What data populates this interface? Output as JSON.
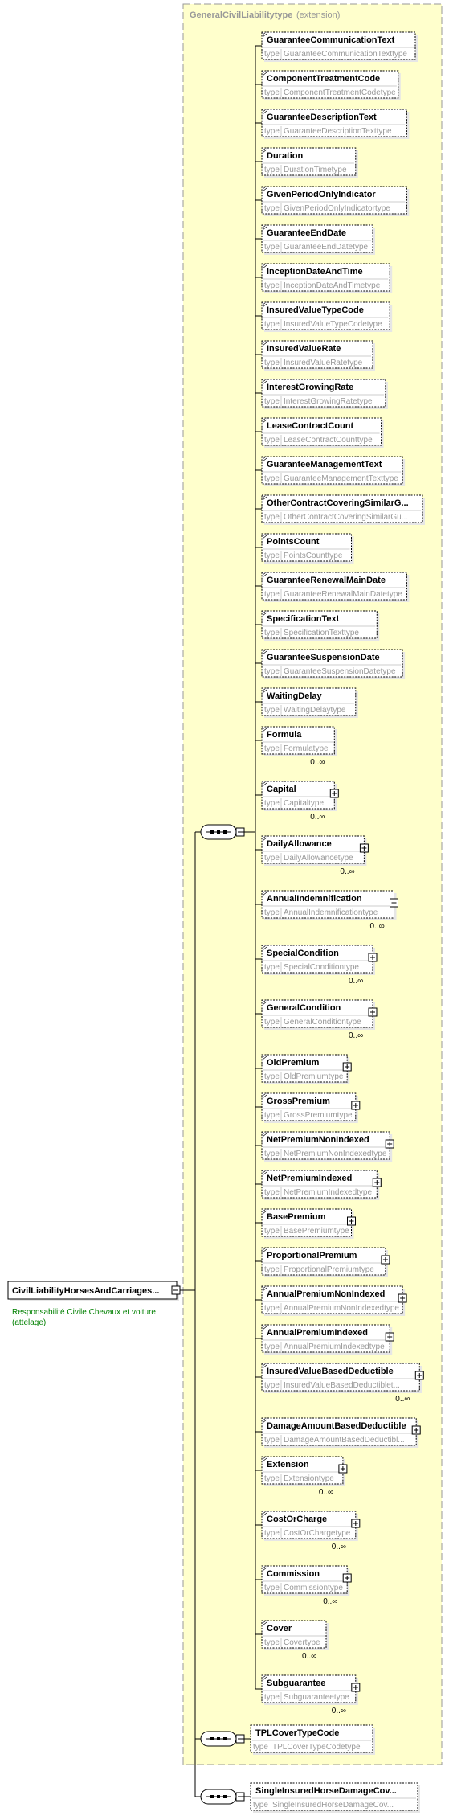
{
  "group": {
    "title": "GeneralCivilLiabilitytype",
    "note": "(extension)"
  },
  "root": {
    "name": "CivilLiabilityHorsesAndCarriages...",
    "doc_line1": "Responsabilité Civile Chevaux et voiture",
    "doc_line2": "(attelage)"
  },
  "type_label": "type",
  "elements": [
    {
      "name": "GuaranteeCommunicationText",
      "type": "GuaranteeCommunicationTexttype",
      "optional": false,
      "expandable": false,
      "occurs": ""
    },
    {
      "name": "ComponentTreatmentCode",
      "type": "ComponentTreatmentCodetype",
      "optional": false,
      "expandable": false,
      "occurs": ""
    },
    {
      "name": "GuaranteeDescriptionText",
      "type": "GuaranteeDescriptionTexttype",
      "optional": false,
      "expandable": false,
      "occurs": ""
    },
    {
      "name": "Duration",
      "type": "DurationTimetype",
      "optional": false,
      "expandable": false,
      "occurs": ""
    },
    {
      "name": "GivenPeriodOnlyIndicator",
      "type": "GivenPeriodOnlyIndicatortype",
      "optional": false,
      "expandable": false,
      "occurs": ""
    },
    {
      "name": "GuaranteeEndDate",
      "type": "GuaranteeEndDatetype",
      "optional": false,
      "expandable": false,
      "occurs": ""
    },
    {
      "name": "InceptionDateAndTime",
      "type": "InceptionDateAndTimetype",
      "optional": false,
      "expandable": false,
      "occurs": ""
    },
    {
      "name": "InsuredValueTypeCode",
      "type": "InsuredValueTypeCodetype",
      "optional": false,
      "expandable": false,
      "occurs": ""
    },
    {
      "name": "InsuredValueRate",
      "type": "InsuredValueRatetype",
      "optional": false,
      "expandable": false,
      "occurs": ""
    },
    {
      "name": "InterestGrowingRate",
      "type": "InterestGrowingRatetype",
      "optional": false,
      "expandable": false,
      "occurs": ""
    },
    {
      "name": "LeaseContractCount",
      "type": "LeaseContractCounttype",
      "optional": false,
      "expandable": false,
      "occurs": ""
    },
    {
      "name": "GuaranteeManagementText",
      "type": "GuaranteeManagementTexttype",
      "optional": false,
      "expandable": false,
      "occurs": ""
    },
    {
      "name": "OtherContractCoveringSimilarG...",
      "type": "OtherContractCoveringSimilarGu...",
      "optional": false,
      "expandable": false,
      "occurs": ""
    },
    {
      "name": "PointsCount",
      "type": "PointsCounttype",
      "optional": false,
      "expandable": false,
      "occurs": ""
    },
    {
      "name": "GuaranteeRenewalMainDate",
      "type": "GuaranteeRenewalMainDatetype",
      "optional": false,
      "expandable": false,
      "occurs": ""
    },
    {
      "name": "SpecificationText",
      "type": "SpecificationTexttype",
      "optional": false,
      "expandable": false,
      "occurs": ""
    },
    {
      "name": "GuaranteeSuspensionDate",
      "type": "GuaranteeSuspensionDatetype",
      "optional": false,
      "expandable": false,
      "occurs": ""
    },
    {
      "name": "WaitingDelay",
      "type": "WaitingDelaytype",
      "optional": false,
      "expandable": false,
      "occurs": ""
    },
    {
      "name": "Formula",
      "type": "Formulatype",
      "optional": false,
      "expandable": false,
      "occurs": "0..∞"
    },
    {
      "name": "Capital",
      "type": "Capitaltype",
      "optional": false,
      "expandable": true,
      "occurs": "0..∞"
    },
    {
      "name": "DailyAllowance",
      "type": "DailyAllowancetype",
      "optional": false,
      "expandable": true,
      "occurs": "0..∞"
    },
    {
      "name": "AnnualIndemnification",
      "type": "AnnualIndemnificationtype",
      "optional": false,
      "expandable": true,
      "occurs": "0..∞"
    },
    {
      "name": "SpecialCondition",
      "type": "SpecialConditiontype",
      "optional": false,
      "expandable": true,
      "occurs": "0..∞"
    },
    {
      "name": "GeneralCondition",
      "type": "GeneralConditiontype",
      "optional": false,
      "expandable": true,
      "occurs": "0..∞"
    },
    {
      "name": "OldPremium",
      "type": "OldPremiumtype",
      "optional": false,
      "expandable": true,
      "occurs": ""
    },
    {
      "name": "GrossPremium",
      "type": "GrossPremiumtype",
      "optional": false,
      "expandable": true,
      "occurs": ""
    },
    {
      "name": "NetPremiumNonIndexed",
      "type": "NetPremiumNonIndexedtype",
      "optional": false,
      "expandable": true,
      "occurs": ""
    },
    {
      "name": "NetPremiumIndexed",
      "type": "NetPremiumIndexedtype",
      "optional": false,
      "expandable": true,
      "occurs": ""
    },
    {
      "name": "BasePremium",
      "type": "BasePremiumtype",
      "optional": false,
      "expandable": true,
      "occurs": ""
    },
    {
      "name": "ProportionalPremium",
      "type": "ProportionalPremiumtype",
      "optional": false,
      "expandable": true,
      "occurs": ""
    },
    {
      "name": "AnnualPremiumNonIndexed",
      "type": "AnnualPremiumNonIndexedtype",
      "optional": false,
      "expandable": true,
      "occurs": ""
    },
    {
      "name": "AnnualPremiumIndexed",
      "type": "AnnualPremiumIndexedtype",
      "optional": false,
      "expandable": true,
      "occurs": ""
    },
    {
      "name": "InsuredValueBasedDeductible",
      "type": "InsuredValueBasedDeductiblet...",
      "optional": false,
      "expandable": true,
      "occurs": "0..∞"
    },
    {
      "name": "DamageAmountBasedDeductible",
      "type": "DamageAmountBasedDeductibl...",
      "optional": false,
      "expandable": true,
      "occurs": ""
    },
    {
      "name": "Extension",
      "type": "Extensiontype",
      "optional": false,
      "expandable": true,
      "occurs": "0..∞"
    },
    {
      "name": "CostOrCharge",
      "type": "CostOrChargetype",
      "optional": false,
      "expandable": true,
      "occurs": "0..∞"
    },
    {
      "name": "Commission",
      "type": "Commissiontype",
      "optional": false,
      "expandable": true,
      "occurs": "0..∞"
    },
    {
      "name": "Cover",
      "type": "Covertype",
      "optional": false,
      "expandable": false,
      "occurs": "0..∞"
    },
    {
      "name": "Subguarantee",
      "type": "Subguaranteetype",
      "optional": false,
      "expandable": true,
      "occurs": "0..∞"
    }
  ],
  "tpl": {
    "name": "TPLCoverTypeCode",
    "type": "TPLCoverTypeCodetype"
  },
  "single": {
    "name": "SingleInsuredHorseDamageCov...",
    "type": "SingleInsuredHorseDamageCov..."
  },
  "colors": {
    "group_fill": "#ffffcc",
    "group_border": "#999999",
    "title_text": "#999999",
    "element_text": "#000000",
    "type_text": "#999999",
    "doc_text": "#008000",
    "line": "#000000"
  }
}
